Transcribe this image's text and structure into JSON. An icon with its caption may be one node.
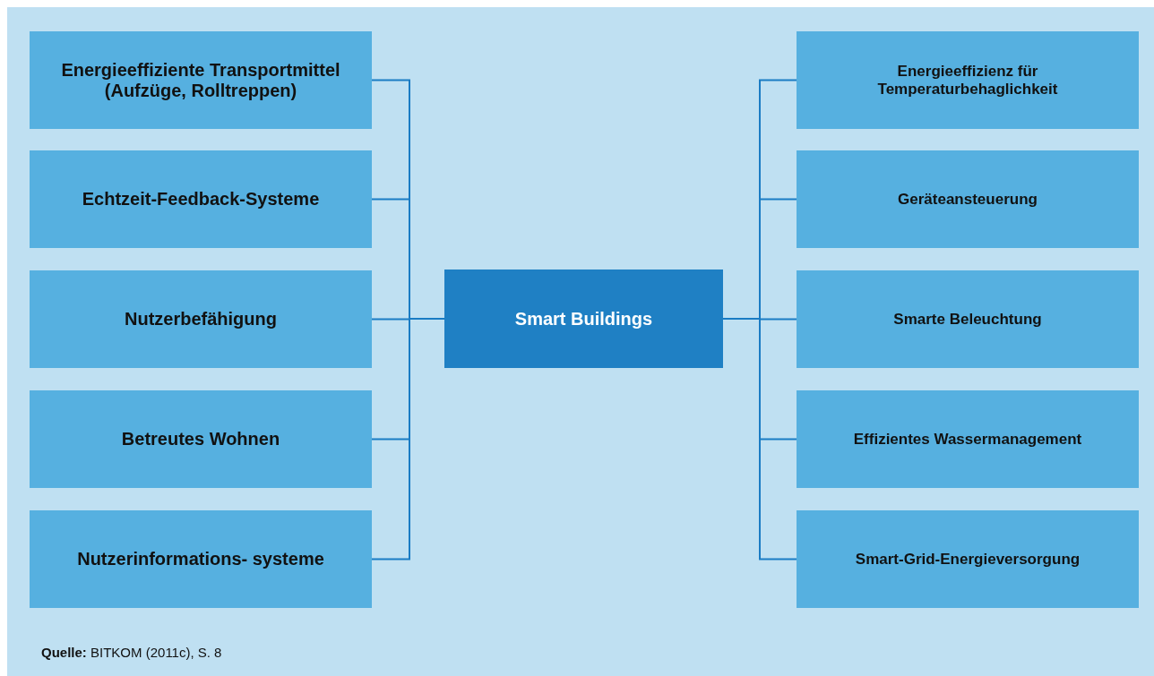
{
  "diagram": {
    "nodes": [
      {
        "text": [
          "Energieeffiziente Transportmittel (Aufzüge, Rolltreppen)"
        ]
      },
      {
        "text": [
          "Echtzeit-Feedback-Systeme"
        ]
      },
      {
        "text": [
          "Nutzerbefähigung"
        ]
      },
      {
        "text": [
          "Betreutes Wohnen"
        ]
      },
      {
        "text": [
          "Nutzerinformations- systeme"
        ]
      },
      {
        "text": [
          "Smart Buildings"
        ]
      },
      {
        "text": [
          "Energieeffizienz für Temperaturbehaglichkeit"
        ]
      },
      {
        "text": [
          "Geräteansteuerung"
        ]
      },
      {
        "text": [
          "Smarte Beleuchtung"
        ]
      },
      {
        "text": [
          "Effizientes Wassermanagement"
        ]
      },
      {
        "text": [
          "Smart-Grid-Energieversorgung"
        ]
      }
    ],
    "edges": [
      {
        "from": 5,
        "to": 0,
        "arrow": "none"
      },
      {
        "from": 5,
        "to": 1,
        "arrow": "none"
      },
      {
        "from": 5,
        "to": 2,
        "arrow": "none"
      },
      {
        "from": 5,
        "to": 3,
        "arrow": "none"
      },
      {
        "from": 5,
        "to": 4,
        "arrow": "none"
      },
      {
        "from": 5,
        "to": 6,
        "arrow": "none"
      },
      {
        "from": 5,
        "to": 7,
        "arrow": "none"
      },
      {
        "from": 5,
        "to": 8,
        "arrow": "none"
      },
      {
        "from": 5,
        "to": 9,
        "arrow": "none"
      },
      {
        "from": 5,
        "to": 10,
        "arrow": "none"
      }
    ],
    "labels": [
      "**Quelle:** BITKOM (2011c), S. 8"
    ]
  }
}
